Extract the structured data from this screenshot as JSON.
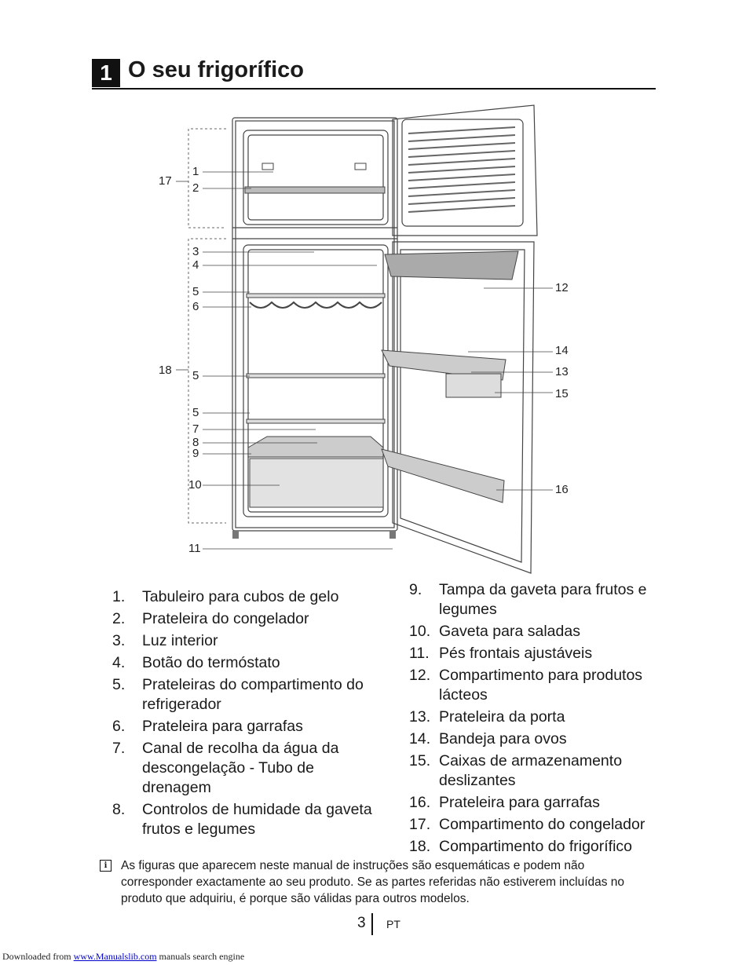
{
  "header": {
    "chapter_number": "1",
    "title": "O seu frigorífico"
  },
  "figure": {
    "callouts": [
      "1",
      "2",
      "3",
      "4",
      "5",
      "6",
      "5",
      "5",
      "7",
      "8",
      "9",
      "10",
      "11",
      "12",
      "13",
      "14",
      "15",
      "16",
      "17",
      "18"
    ]
  },
  "parts_left": [
    {
      "n": "1.",
      "label": "Tabuleiro para cubos de gelo"
    },
    {
      "n": "2.",
      "label": "Prateleira do congelador"
    },
    {
      "n": "3.",
      "label": "Luz interior"
    },
    {
      "n": "4.",
      "label": "Botão do termóstato"
    },
    {
      "n": "5.",
      "label": "Prateleiras do compartimento do refrigerador"
    },
    {
      "n": "6.",
      "label": "Prateleira para garrafas"
    },
    {
      "n": "7.",
      "label": "Canal de recolha da água da descongelação - Tubo de drenagem"
    },
    {
      "n": "8.",
      "label": "Controlos de humidade da gaveta frutos e legumes"
    }
  ],
  "parts_right": [
    {
      "n": "9.",
      "label": "Tampa da gaveta para frutos e legumes"
    },
    {
      "n": "10.",
      "label": "Gaveta para saladas"
    },
    {
      "n": "11.",
      "label": "Pés frontais ajustáveis"
    },
    {
      "n": "12.",
      "label": "Compartimento para produtos lácteos"
    },
    {
      "n": "13.",
      "label": "Prateleira da porta"
    },
    {
      "n": "14.",
      "label": "Bandeja para ovos"
    },
    {
      "n": "15.",
      "label": "Caixas de armazenamento deslizantes"
    },
    {
      "n": "16.",
      "label": "Prateleira para garrafas"
    },
    {
      "n": "17.",
      "label": "Compartimento do congelador"
    },
    {
      "n": "18.",
      "label": "Compartimento do frigorífico"
    }
  ],
  "note": {
    "icon": "info-icon",
    "text": "As figuras que aparecem neste manual de instruções são esquemáticas e podem não corresponder exactamente ao seu produto. Se as partes referidas não estiverem incluídas no produto que adquiriu, é porque são válidas para outros modelos."
  },
  "footer": {
    "page_number": "3",
    "language": "PT"
  },
  "source": {
    "prefix": "Downloaded from",
    "link": "www.Manualslib.com",
    "suffix": "manuals search engine"
  }
}
